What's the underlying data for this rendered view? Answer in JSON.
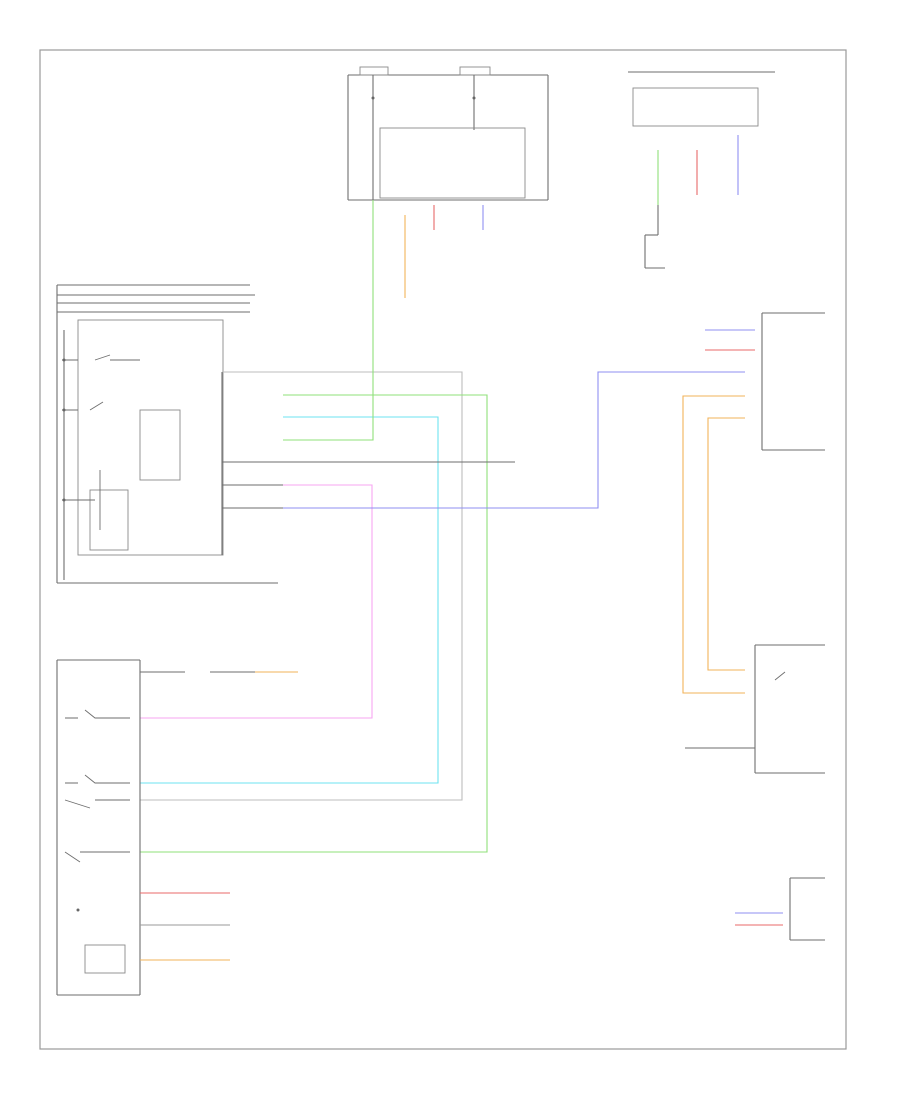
{
  "diagram": {
    "footer_code": "",
    "colors": {
      "green": "#8fe07a",
      "cyan": "#6ee3f0",
      "pink": "#f7a6f2",
      "blue": "#8f8ff2",
      "orange": "#f2b35a",
      "red": "#e86a6a",
      "gray": "#bdbdbd",
      "line": "#6e6e6e"
    },
    "components": [
      {
        "id": "main-switch-module",
        "label": ""
      },
      {
        "id": "top-fuse-box",
        "label": ""
      },
      {
        "id": "right-top-connector",
        "label": ""
      },
      {
        "id": "right-connector-block",
        "label": ""
      },
      {
        "id": "lower-left-switch-block",
        "label": ""
      },
      {
        "id": "right-lower-module",
        "label": ""
      },
      {
        "id": "bottom-right-connector",
        "label": ""
      }
    ]
  }
}
